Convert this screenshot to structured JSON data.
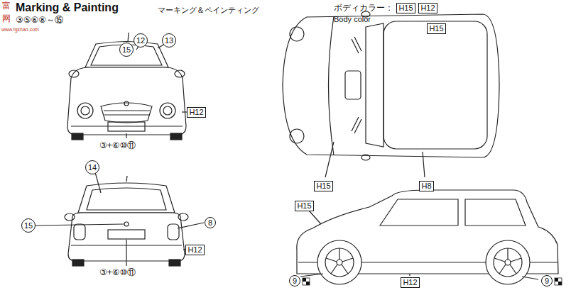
{
  "diagram": {
    "title": "Marking & Painting",
    "nodes": [
      {
        "text": [
          "H15"
        ]
      },
      {
        "text": [
          "H12"
        ]
      },
      {
        "text": [
          "15"
        ]
      },
      {
        "text": [
          "12"
        ]
      },
      {
        "text": [
          "13"
        ]
      },
      {
        "text": [
          "H12"
        ]
      },
      {
        "text": [
          "H15"
        ]
      },
      {
        "text": [
          "H15"
        ]
      },
      {
        "text": [
          "H8"
        ]
      },
      {
        "text": [
          "14"
        ]
      },
      {
        "text": [
          "15"
        ]
      },
      {
        "text": [
          "8"
        ]
      },
      {
        "text": [
          "H12"
        ]
      },
      {
        "text": [
          "H15"
        ]
      },
      {
        "text": [
          "H12"
        ]
      },
      {
        "text": [
          "9"
        ]
      },
      {
        "text": [
          "9"
        ]
      }
    ],
    "labels": [
      "マーキング＆ペインティング",
      "③⑤⑥⑧～⑮",
      "ボディカラー：",
      "Body color",
      "③+⑥⑩⑪",
      "③+⑥⑩⑪",
      "富",
      "网",
      "www.fgshan.com"
    ]
  }
}
